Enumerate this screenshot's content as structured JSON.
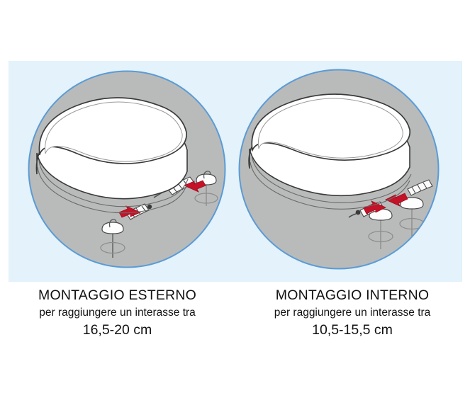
{
  "figure": {
    "name": "toilet-seat-hinge-mounting-diagram",
    "background_color": "#ffffff",
    "panel_background_color": "#e3f2fb",
    "circle_fill_color": "#b9bbbb",
    "circle_stroke_color": "#5b9bd5",
    "arrow_color": "#c41228",
    "seat_fill_color": "#ffffff",
    "outline_color": "#3a3a3a"
  },
  "panels": [
    {
      "id": "esterno",
      "icon": "toilet-seat-external-hinges-illustration",
      "arrow_direction": "outward",
      "hinge_count": 2,
      "caption": {
        "title": "MONTAGGIO ESTERNO",
        "subtitle": "per raggiungere un interasse tra",
        "value": "16,5-20 cm"
      }
    },
    {
      "id": "interno",
      "icon": "toilet-seat-internal-hinges-illustration",
      "arrow_direction": "inward",
      "hinge_count": 2,
      "caption": {
        "title": "MONTAGGIO INTERNO",
        "subtitle": "per raggiungere un interasse tra",
        "value": "10,5-15,5 cm"
      }
    }
  ]
}
